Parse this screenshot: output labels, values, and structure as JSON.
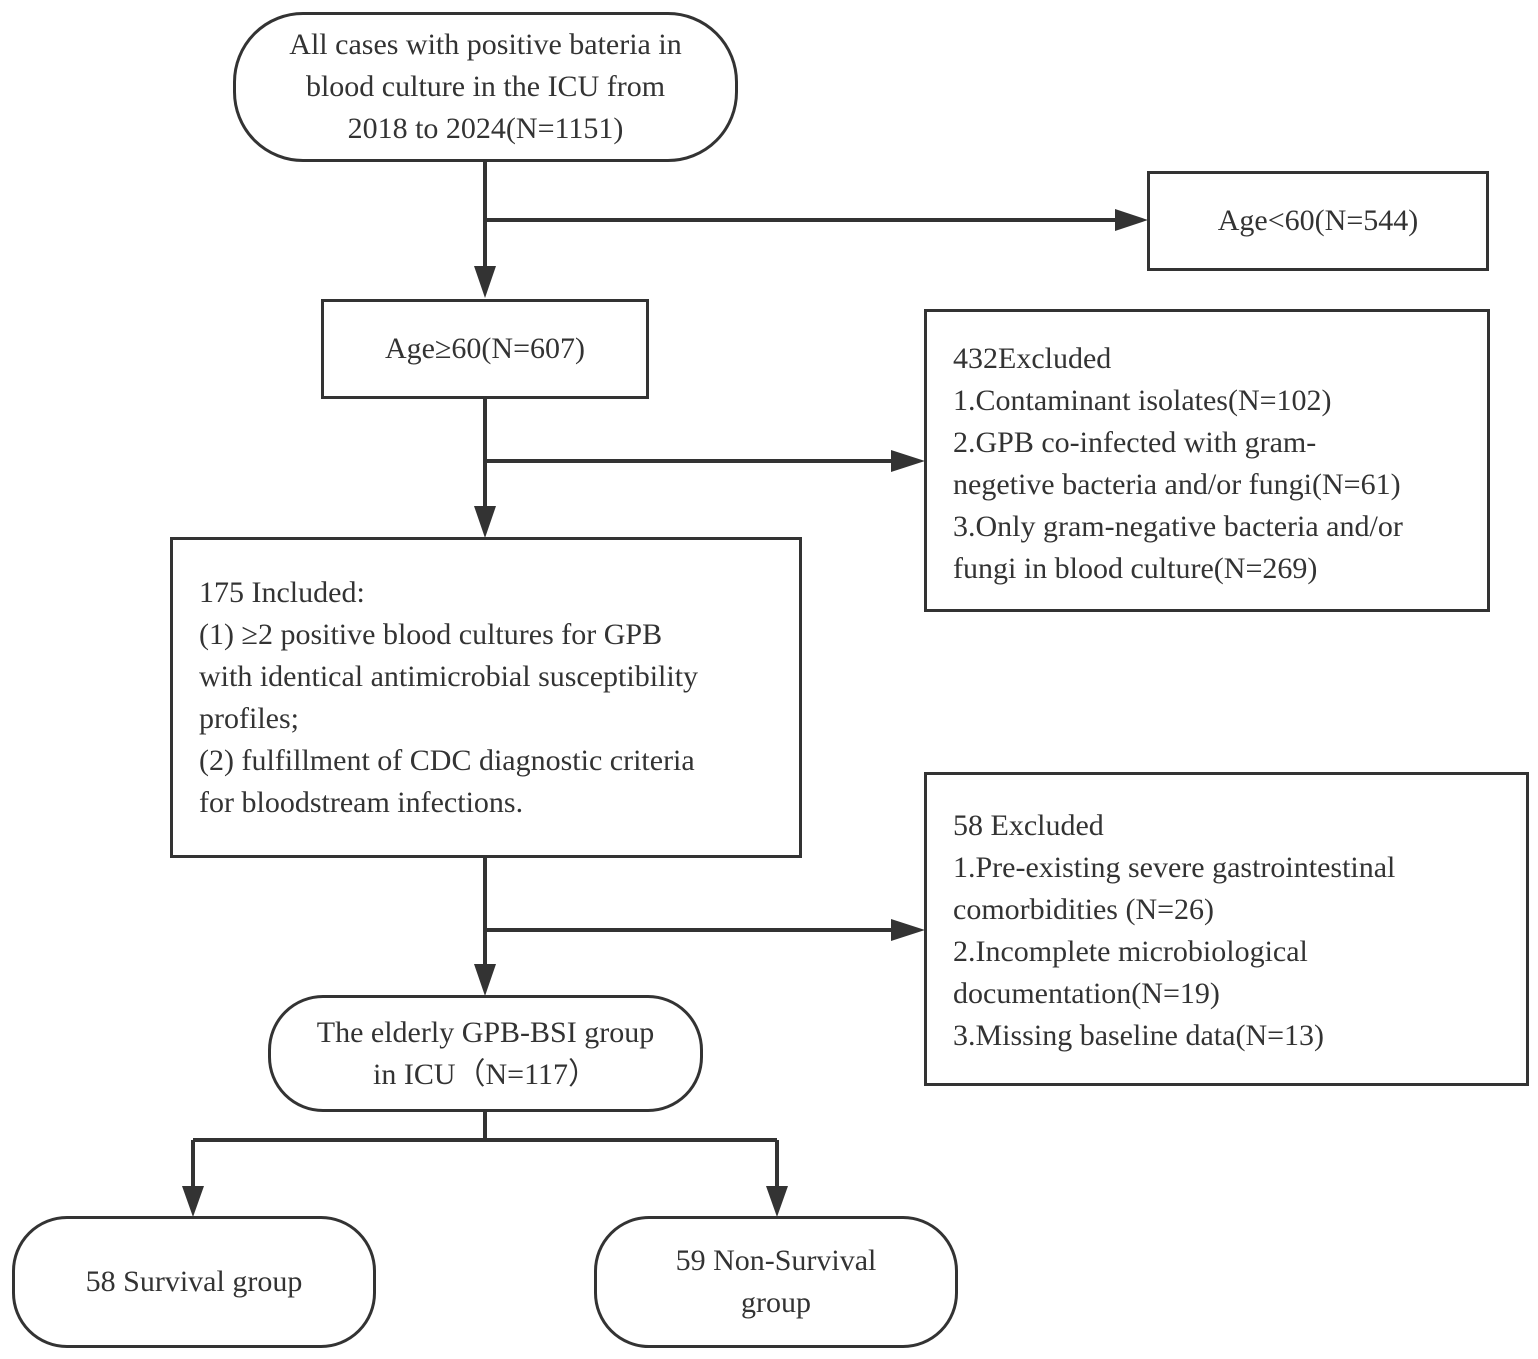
{
  "nodes": {
    "start": {
      "lines": [
        "All cases with positive bateria in",
        "blood culture in the ICU from",
        "2018 to 2024(N=1151)"
      ]
    },
    "age_under_60": {
      "text": "Age<60(N=544)"
    },
    "age_60_plus": {
      "text": "Age≥60(N=607)"
    },
    "excluded_432": {
      "lines": [
        "432Excluded",
        "1.Contaminant isolates(N=102)",
        "2.GPB co-infected with gram-",
        "negetive bacteria and/or fungi(N=61)",
        "3.Only gram-negative bacteria and/or",
        "fungi in blood culture(N=269)"
      ]
    },
    "included_175": {
      "lines": [
        "175 Included:",
        "(1) ≥2 positive blood cultures for GPB",
        "with identical antimicrobial susceptibility",
        "profiles;",
        "(2) fulfillment of CDC diagnostic criteria",
        "for bloodstream infections."
      ]
    },
    "excluded_58": {
      "lines": [
        "58 Excluded",
        "1.Pre-existing severe gastrointestinal",
        "comorbidities (N=26)",
        "2.Incomplete microbiological",
        "documentation(N=19)",
        "3.Missing baseline data(N=13)"
      ]
    },
    "gpb_bsi_group": {
      "lines": [
        "The elderly GPB-BSI group",
        "in ICU（N=117）"
      ]
    },
    "survival_group": {
      "text": "58 Survival group"
    },
    "non_survival_group": {
      "lines": [
        "59 Non-Survival",
        "group"
      ]
    }
  },
  "colors": {
    "stroke": "#333333",
    "text": "#333333",
    "background": "#ffffff"
  }
}
